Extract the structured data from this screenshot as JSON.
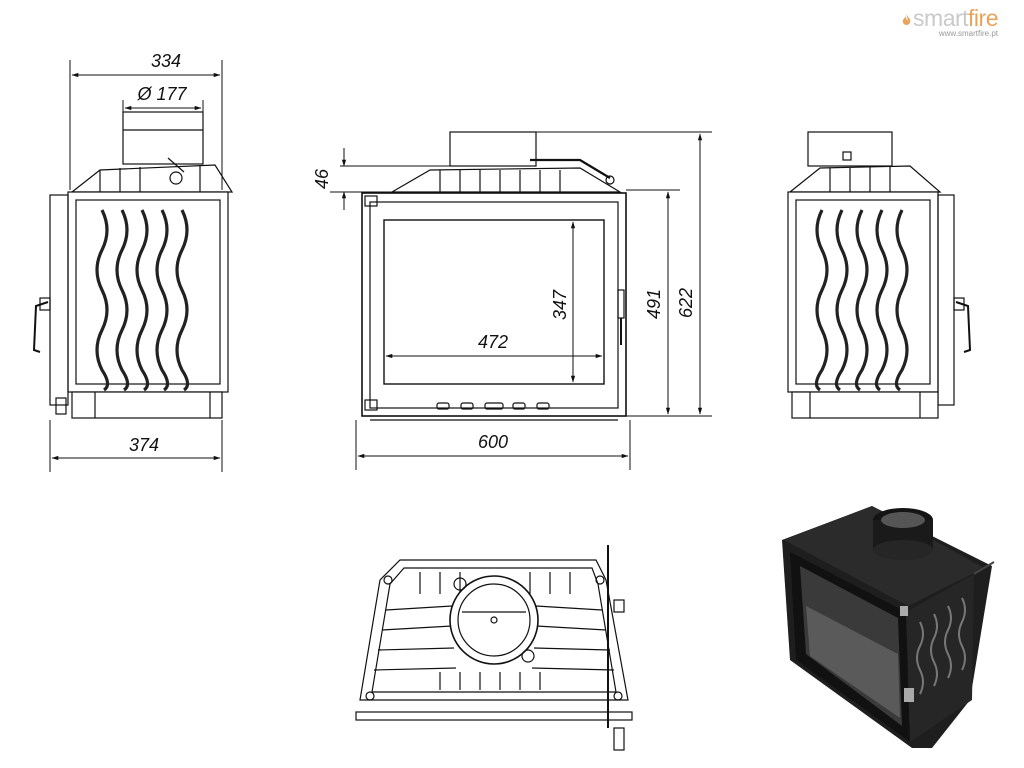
{
  "brand": {
    "name_prefix": "smart",
    "name_accent": "fire",
    "url": "www.smartfire.pt",
    "accent_color": "#e8a45a",
    "text_color": "#c9c9c9"
  },
  "dimensions": {
    "side_top_width": "334",
    "flue_diameter": "Ø 177",
    "side_bottom_depth": "374",
    "front_top_offset": "46",
    "glass_height": "347",
    "glass_width": "472",
    "door_height": "491",
    "total_height": "622",
    "front_width": "600"
  },
  "colors": {
    "line": "#111111",
    "render_dark": "#1e1e1e",
    "render_mid": "#3a3a3a"
  }
}
